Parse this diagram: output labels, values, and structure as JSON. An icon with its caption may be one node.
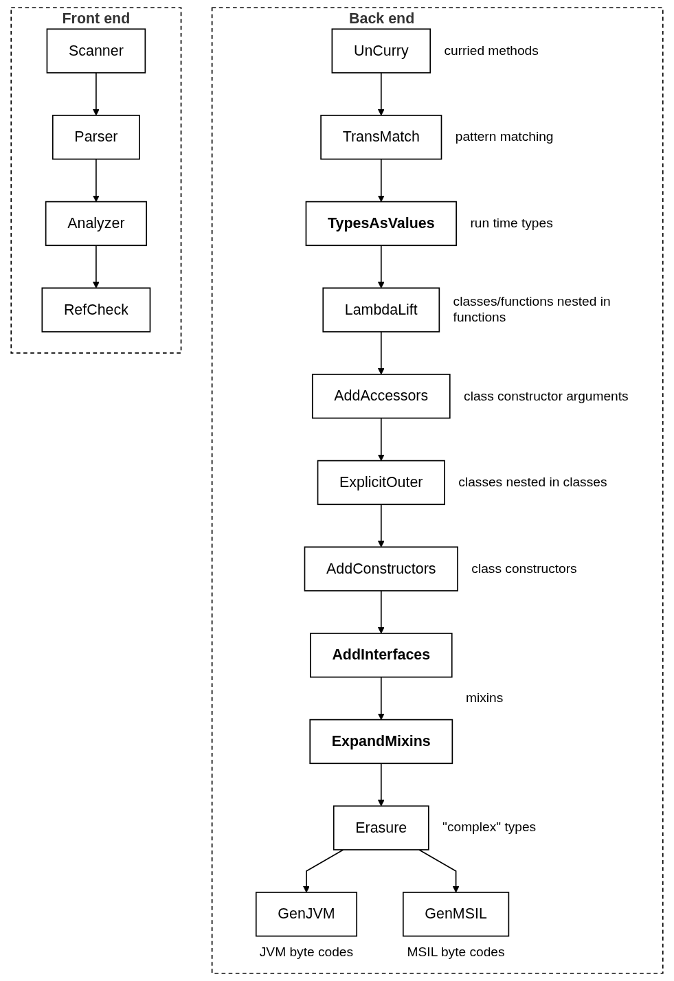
{
  "diagram": {
    "nodes": [
      {
        "text": [
          "Front end"
        ]
      },
      {
        "text": [
          "Scanner"
        ],
        "in": 0
      },
      {
        "text": [
          "Parser"
        ],
        "in": 0
      },
      {
        "text": [
          "Analyzer"
        ],
        "in": 0
      },
      {
        "text": [
          "RefCheck"
        ],
        "in": 0
      },
      {
        "text": [
          "Back end"
        ]
      },
      {
        "text": [
          "UnCurry"
        ],
        "in": 5,
        "beside": [
          "curried methods"
        ]
      },
      {
        "text": [
          "TransMatch"
        ],
        "in": 5,
        "beside": [
          "pattern matching"
        ]
      },
      {
        "text": [
          "TypesAsValues"
        ],
        "in": 5,
        "beside": [
          "run time types"
        ]
      },
      {
        "text": [
          "LambdaLift"
        ],
        "in": 5,
        "beside": [
          "classes/functions nested in functions"
        ]
      },
      {
        "text": [
          "AddAccessors"
        ],
        "in": 5,
        "beside": [
          "class constructor arguments"
        ]
      },
      {
        "text": [
          "ExplicitOuter"
        ],
        "in": 5,
        "beside": [
          "classes nested in classes"
        ]
      },
      {
        "text": [
          "AddConstructors"
        ],
        "in": 5,
        "beside": [
          "class constructors"
        ]
      },
      {
        "text": [
          "AddInterfaces"
        ],
        "in": 5
      },
      {
        "text": [
          "ExpandMixins"
        ],
        "in": 5
      },
      {
        "text": [
          "Erasure"
        ],
        "in": 5,
        "beside": [
          "\"complex\" types"
        ]
      },
      {
        "text": [
          "GenJVM"
        ],
        "in": 5,
        "beside": [
          "JVM byte codes"
        ]
      },
      {
        "text": [
          "GenMSIL"
        ],
        "in": 5,
        "beside": [
          "MSIL byte codes"
        ]
      }
    ],
    "edges": [
      {
        "from": 1,
        "to": 2,
        "arrow": "to"
      },
      {
        "from": 2,
        "to": 3,
        "arrow": "to"
      },
      {
        "from": 3,
        "to": 4,
        "arrow": "to"
      },
      {
        "from": 6,
        "to": 7,
        "arrow": "to"
      },
      {
        "from": 7,
        "to": 8,
        "arrow": "to"
      },
      {
        "from": 8,
        "to": 9,
        "arrow": "to"
      },
      {
        "from": 9,
        "to": 10,
        "arrow": "to"
      },
      {
        "from": 10,
        "to": 11,
        "arrow": "to"
      },
      {
        "from": 11,
        "to": 12,
        "arrow": "to"
      },
      {
        "from": 12,
        "to": 13,
        "arrow": "to"
      },
      {
        "from": 13,
        "to": 14,
        "arrow": "to"
      },
      {
        "from": 14,
        "to": 15,
        "arrow": "to"
      },
      {
        "from": 15,
        "to": 16,
        "arrow": "to"
      },
      {
        "from": 15,
        "to": 17,
        "arrow": "to"
      }
    ],
    "labels": [
      "mixins"
    ]
  }
}
